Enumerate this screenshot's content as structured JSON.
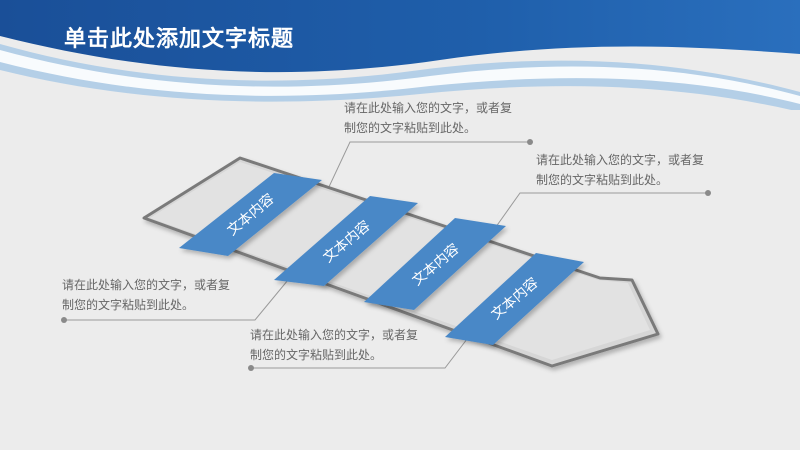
{
  "slide": {
    "title": "单击此处添加文字标题"
  },
  "bands": [
    {
      "label": "文本内容"
    },
    {
      "label": "文本内容"
    },
    {
      "label": "文本内容"
    },
    {
      "label": "文本内容"
    }
  ],
  "callouts": [
    {
      "line1": "请在此处输入您的文字，或者复",
      "line2": "制您的文字粘贴到此处。"
    },
    {
      "line1": "请在此处输入您的文字，或者复",
      "line2": "制您的文字粘贴到此处。"
    },
    {
      "line1": "请在此处输入您的文字，或者复",
      "line2": "制您的文字粘贴到此处。"
    },
    {
      "line1": "请在此处输入您的文字，或者复",
      "line2": "制您的文字粘贴到此处。"
    }
  ],
  "colors": {
    "header_blue": "#1f5fab",
    "band_blue": "#4a88c7",
    "arrow_fill": "#d6d6d6",
    "arrow_outline": "#7a7a7a",
    "leader_line": "#9a9a9a"
  }
}
